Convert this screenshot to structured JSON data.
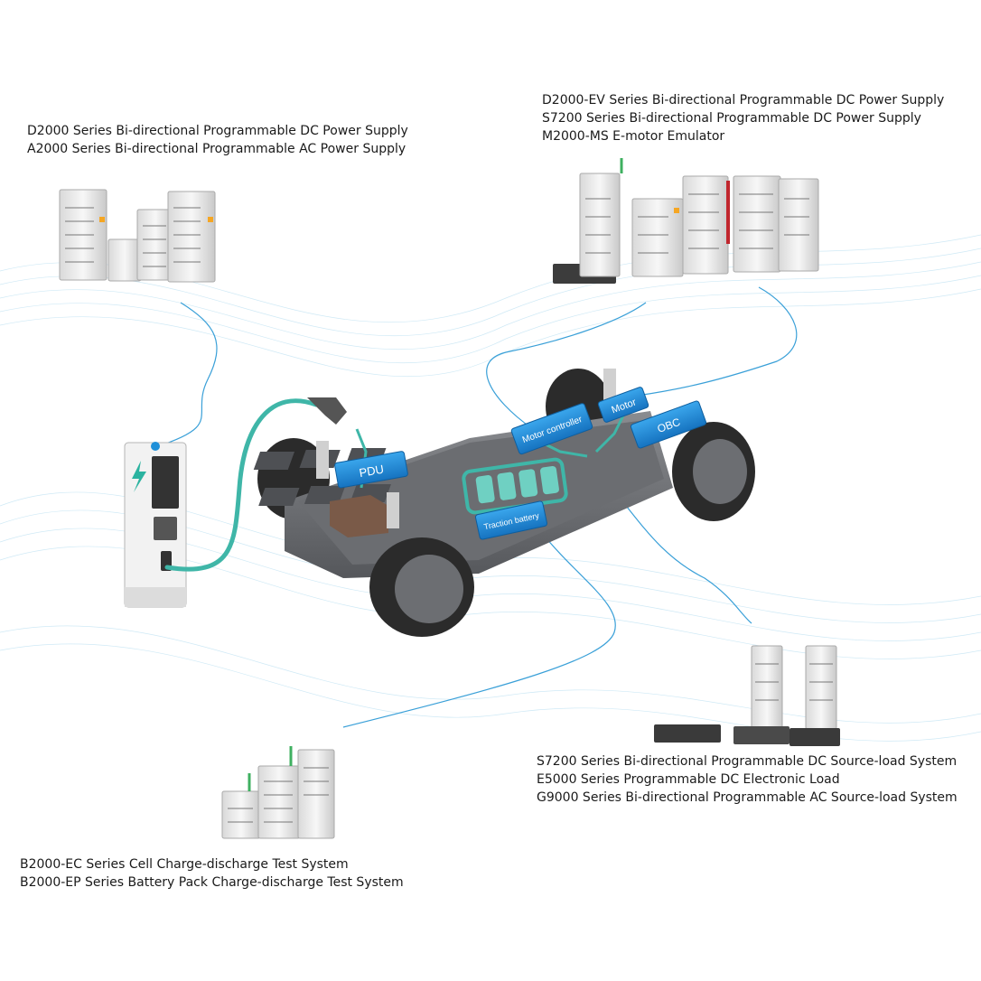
{
  "colors": {
    "accent_teal": "#3fb6a8",
    "label_blue": "#1e8fd8",
    "wave_blue": "#9fd4ec",
    "chassis_gray": "#5a5c60",
    "cabinet_white": "#f0f0f0"
  },
  "groups": {
    "top_left": {
      "lines": [
        "D2000 Series Bi-directional Programmable DC Power Supply",
        "A2000 Series Bi-directional Programmable AC Power Supply"
      ]
    },
    "top_right": {
      "lines": [
        "D2000-EV Series Bi-directional Programmable DC Power Supply",
        "S7200 Series Bi-directional Programmable DC Power Supply",
        "M2000-MS E-motor Emulator"
      ]
    },
    "bottom_right": {
      "lines": [
        "S7200 Series Bi-directional Programmable DC Source-load System",
        "E5000 Series Programmable DC Electronic Load",
        "G9000 Series Bi-directional Programmable AC Source-load System"
      ]
    },
    "bottom_left": {
      "lines": [
        "B2000-EC Series Cell Charge-discharge Test System",
        "B2000-EP Series Battery Pack Charge-discharge Test System"
      ]
    }
  },
  "components": {
    "pdu": "PDU",
    "motor_controller": "Motor controller",
    "motor": "Motor",
    "obc": "OBC",
    "traction_battery": "Traction battery"
  },
  "icons": {
    "charger_bolt": "lightning-bolt-icon"
  }
}
